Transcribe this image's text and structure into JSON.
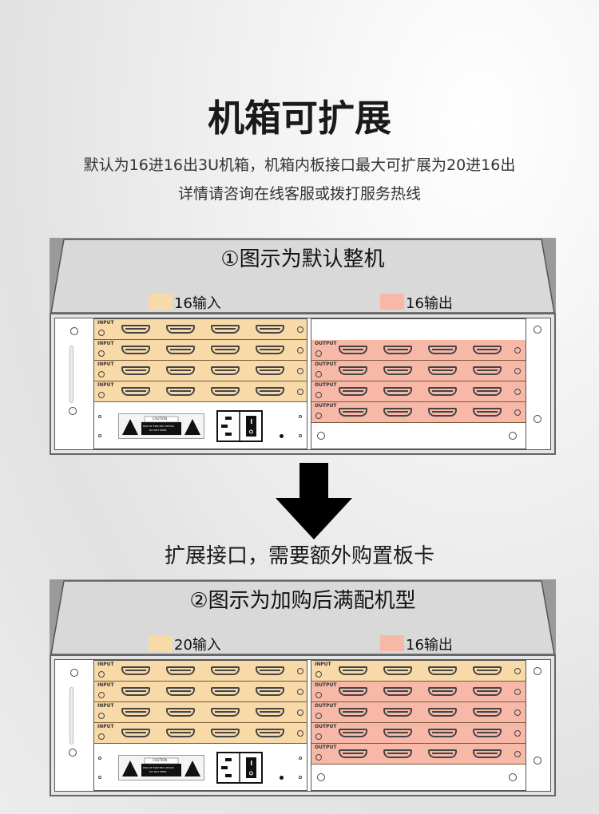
{
  "title": "机箱可扩展",
  "subtitle": [
    "默认为16进16出3U机箱，机箱内板接口最大可扩展为20进16出",
    "详情请咨询在线客服或拨打服务热线"
  ],
  "caption": "扩展接口，需要额外购置板卡",
  "colors": {
    "input": "#f8d9a8",
    "output": "#f7b8a8"
  },
  "caution": {
    "title": "CAUTION",
    "line1": "RISK OF ELECTRIC SHOCK",
    "line2": "DO NOT OPEN"
  },
  "chassis": [
    {
      "title": "①图示为默认整机",
      "legend_in": "16输入",
      "legend_out": "16输出",
      "left_cards": [
        "INPUT",
        "INPUT",
        "INPUT",
        "INPUT"
      ],
      "right_cards": [
        null,
        "OUTPUT",
        "OUTPUT",
        "OUTPUT",
        "OUTPUT"
      ]
    },
    {
      "title": "②图示为加购后满配机型",
      "legend_in": "20输入",
      "legend_out": "16输出",
      "left_cards": [
        "INPUT",
        "INPUT",
        "INPUT",
        "INPUT"
      ],
      "right_cards": [
        "INPUT",
        "OUTPUT",
        "OUTPUT",
        "OUTPUT",
        "OUTPUT"
      ]
    }
  ]
}
